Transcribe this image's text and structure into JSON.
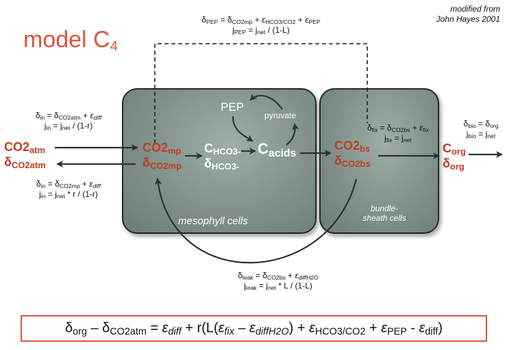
{
  "title": {
    "main": "model C",
    "sub": "4"
  },
  "credit": {
    "line1": "modified from",
    "line2": "John Hayes 2001"
  },
  "colors": {
    "accent": "#c23b22",
    "cell_fill": "#7f918a",
    "cell_border": "#1e2a26",
    "eq_border": "#d9543f"
  },
  "pep_label": {
    "l1": {
      "a": "δ",
      "a_sub": "PEP",
      "b": " = δ",
      "b_sub": "CO2mp",
      "c": " + ",
      "eps": "ε",
      "eps_sub": "HCO3/CO2",
      "d": " + ",
      "eps2": "ε",
      "eps2_sub": "PEP"
    },
    "l2": {
      "a": "j",
      "a_sub": "PEP",
      "b": " = j",
      "b_sub": "net",
      "c": " / (1-L)"
    }
  },
  "in_label": {
    "l1": {
      "a": "δ",
      "a_sub": "in",
      "b": " = δ",
      "b_sub": "CO2atm",
      "c": " + ",
      "eps": "ε",
      "eps_sub": "diff"
    },
    "l2": {
      "a": "j",
      "a_sub": "in",
      "b": " = j",
      "b_sub": "net",
      "c": " / (1-r)"
    }
  },
  "out_label": {
    "l1": {
      "a": "δ",
      "a_sub": "in",
      "b": " = δ",
      "b_sub": "CO2mp",
      "c": " + ",
      "eps": "ε",
      "eps_sub": "diff"
    },
    "l2": {
      "a": "j",
      "a_sub": "in",
      "b": " = j",
      "b_sub": "net",
      "c": " * r / (1-r)"
    }
  },
  "fix_label": {
    "l1": {
      "a": "δ",
      "a_sub": "fix",
      "b": " = δ",
      "b_sub": "CO2bs",
      "c": " + ",
      "eps": "ε",
      "eps_sub": "fix"
    },
    "l2": {
      "a": "j",
      "a_sub": "fix",
      "b": " = j",
      "b_sub": "net"
    }
  },
  "bio_label": {
    "l1": {
      "a": "δ",
      "a_sub": "bio",
      "b": " = δ",
      "b_sub": "org"
    },
    "l2": {
      "a": "j",
      "a_sub": "bio",
      "b": " = j",
      "b_sub": "net"
    }
  },
  "leak_label": {
    "l1": {
      "a": "δ",
      "a_sub": "leak",
      "b": " = δ",
      "b_sub": "CO2bs",
      "c": " + ",
      "eps": "ε",
      "eps_sub": "diffH2O"
    },
    "l2": {
      "a": "j",
      "a_sub": "leak",
      "b": " = j",
      "b_sub": "net",
      "c": " * L / (1-L)"
    }
  },
  "atm": {
    "co2": "CO2",
    "co2_sub": "atm",
    "d": "δ",
    "d_sub": "CO2atm"
  },
  "mp": {
    "co2": "CO2",
    "co2_sub": "mp",
    "d": "δ",
    "d_sub": "CO2mp"
  },
  "hco3": {
    "c": "C",
    "c_sub": "HCO3-",
    "d": "δ",
    "d_sub": "HCO3-"
  },
  "acids": {
    "c": "C",
    "c_sub": "acids"
  },
  "pep_node": "PEP",
  "pyruvate_node": "pyruvate",
  "bs": {
    "co2": "CO2",
    "co2_sub": "bs",
    "d": "δ",
    "d_sub": "CO2bs"
  },
  "org": {
    "c": "C",
    "c_sub": "org",
    "d": "δ",
    "d_sub": "org"
  },
  "mesophyll_label": "mesophyll cells",
  "bundle_label": {
    "l1": "bundle-",
    "l2": "sheath cells"
  },
  "equation": {
    "p1": "δ",
    "p1_sub": "org",
    "p2": " – δ",
    "p2_sub": "CO2atm",
    "p3": " = ",
    "e1": "ε",
    "e1_sub": "diff",
    "p4": " + r(L(",
    "e2": "ε",
    "e2_sub": "fix",
    "p5": " – ",
    "e3": "ε",
    "e3_sub": "diffH2O",
    "p6": ") + ",
    "e4": "ε",
    "e4_sub": "HCO3/CO2",
    "p7": " + ",
    "e5": "ε",
    "e5_sub": "PEP",
    "p8": " - ",
    "e6": "ε",
    "e6_sub": "diff",
    "p9": ")"
  }
}
